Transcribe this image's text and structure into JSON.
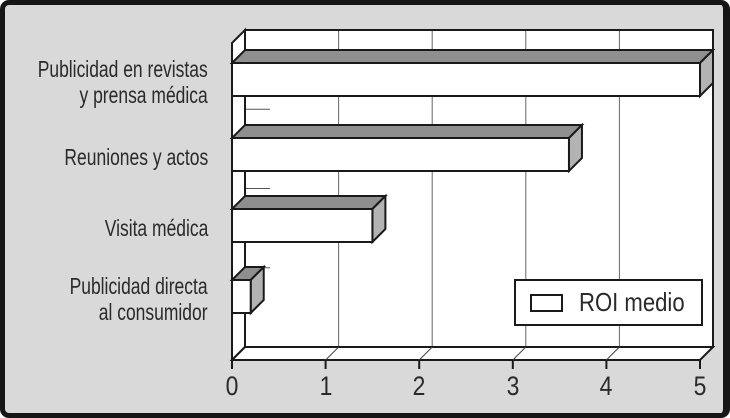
{
  "chart_data": {
    "type": "bar",
    "orientation": "horizontal",
    "style": "3d-block-bars",
    "title": "",
    "xlabel": "",
    "ylabel": "",
    "categories": [
      "Publicidad en revistas y prensa médica",
      "Reuniones y actos",
      "Visita médica",
      "Publicidad directa al consumidor"
    ],
    "category_label_lines": [
      [
        "Publicidad en revistas",
        "y prensa médica"
      ],
      [
        "Reuniones y actos"
      ],
      [
        "Visita médica"
      ],
      [
        "Publicidad directa",
        "al consumidor"
      ]
    ],
    "series": [
      {
        "name": "ROI medio",
        "values": [
          5.0,
          3.6,
          1.5,
          0.2
        ]
      }
    ],
    "xlim": [
      0,
      5
    ],
    "x_ticks": [
      0,
      1,
      2,
      3,
      4,
      5
    ],
    "x_tick_labels": [
      "0",
      "1",
      "2",
      "3",
      "4",
      "5"
    ],
    "grid": true,
    "legend": {
      "position": "inside-bottom-right",
      "entries": [
        "ROI medio"
      ]
    }
  },
  "colors": {
    "figure_background": "#d9d9d9",
    "figure_border": "#161616",
    "plot_wall": "#ffffff",
    "bar_front": "#ffffff",
    "bar_top": "#8f8f8f",
    "bar_end": "#b3b3b3",
    "outline": "#1a1a1a",
    "gridline": "#666666",
    "text": "#2a2a2a"
  }
}
